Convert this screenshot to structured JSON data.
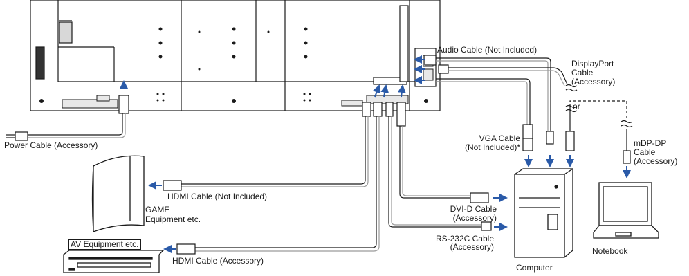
{
  "labels": {
    "power_cable": "Power Cable (Accessory)",
    "hdmi_not_included": "HDMI Cable (Not Included)",
    "game_1": "GAME",
    "game_2": "Equipment etc.",
    "av_equipment": "AV Equipment etc.",
    "hdmi_accessory": "HDMI Cable (Accessory)",
    "audio_cable": "Audio Cable (Not Included)",
    "dp_1": "DisplayPort",
    "dp_2": "Cable",
    "dp_3": "(Accessory)",
    "or": "or",
    "vga_1": "VGA Cable",
    "vga_2": "(Not Included)*",
    "mdp_1": "mDP-DP",
    "mdp_2": "Cable",
    "mdp_3": "(Accessory)",
    "dvi_1": "DVI-D Cable",
    "dvi_2": "(Accessory)",
    "rs_1": "RS-232C Cable",
    "rs_2": "(Accessory)",
    "computer": "Computer",
    "notebook": "Notebook"
  },
  "colors": {
    "arrow": "#2a5aa8",
    "line": "#1a1a1a",
    "cable_gray": "#9a9a9a"
  }
}
